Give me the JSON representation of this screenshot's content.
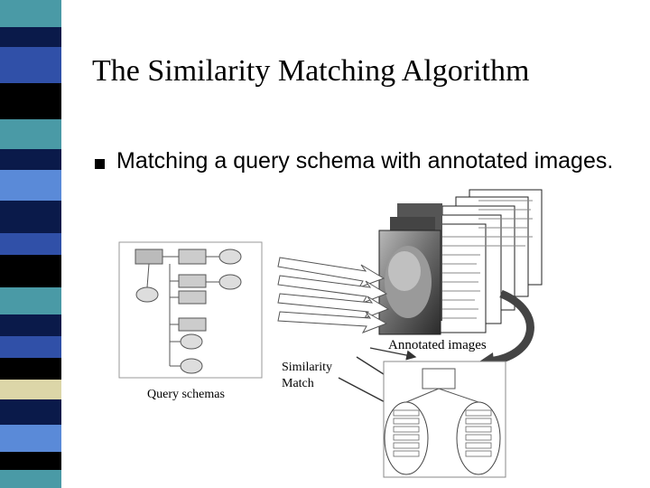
{
  "slide": {
    "title": "The Similarity Matching Algorithm",
    "bullet": "Matching a query schema with annotated images."
  },
  "figure": {
    "query_label": "Query schemas",
    "annotated_label": "Annotated images",
    "match_label_line1": "Similarity",
    "match_label_line2": "Match"
  },
  "colors": {
    "stripe_teal": "#4a9aa6",
    "stripe_navy": "#0a1a4a",
    "stripe_blue": "#3050a8",
    "stripe_lightblue": "#5a8ad8",
    "stripe_black": "#000000",
    "stripe_tan": "#dcd6a8"
  }
}
